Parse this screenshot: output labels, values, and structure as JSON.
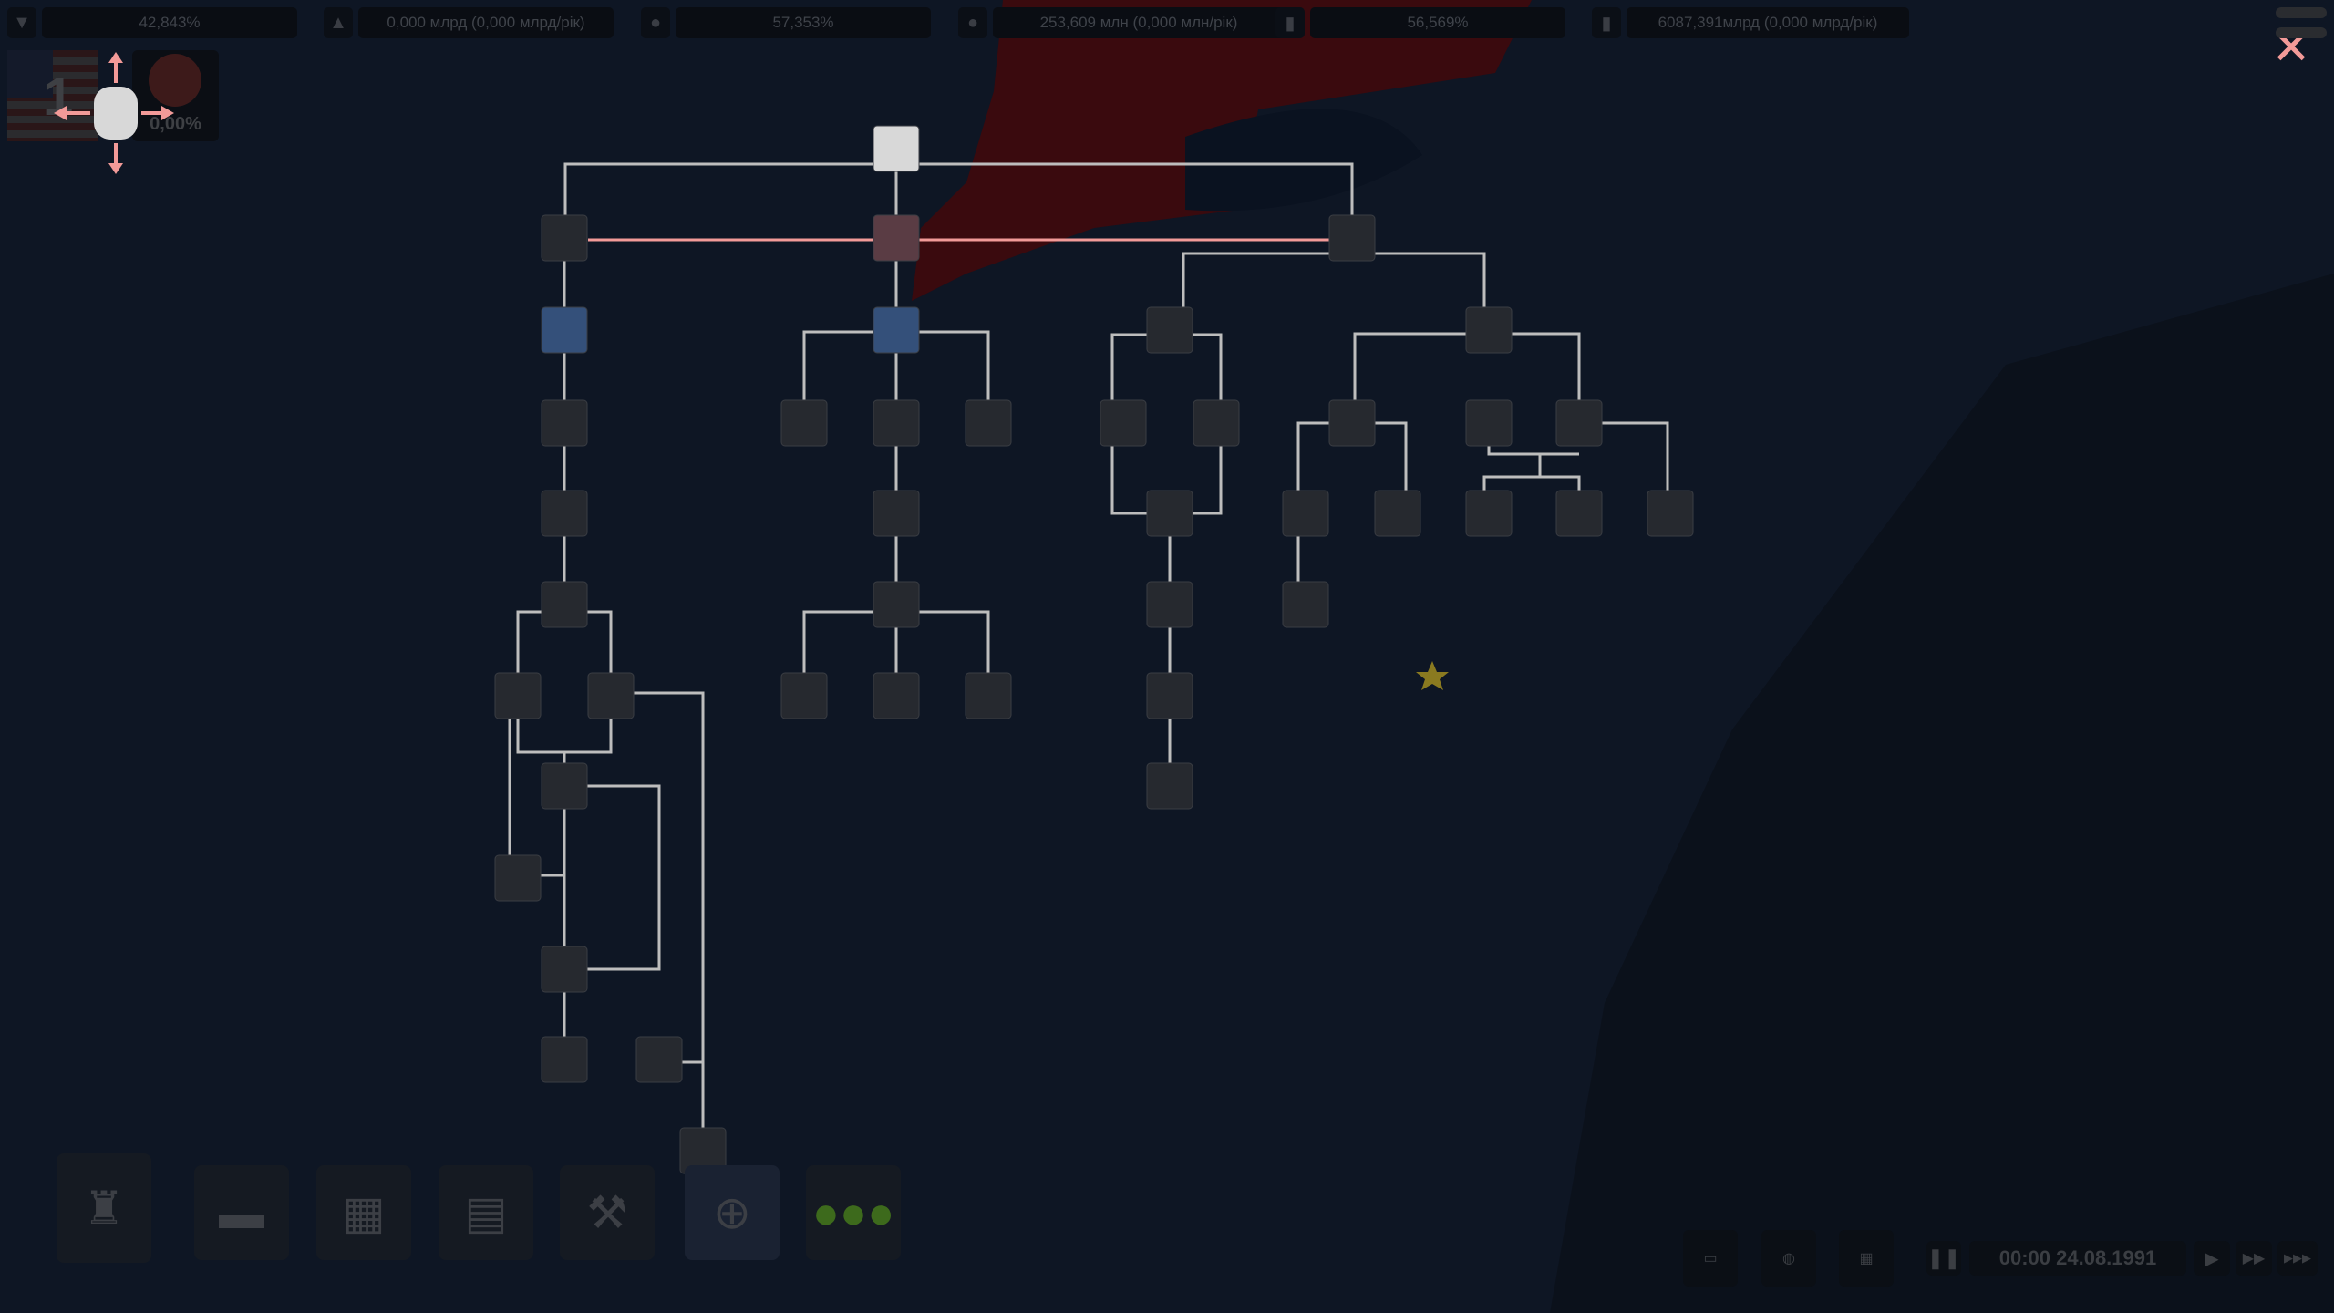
{
  "top_stats": [
    {
      "icon": "shield-icon",
      "value": "42,843%"
    },
    {
      "icon": "money-pile-icon",
      "value": "0,000 млрд (0,000 млрд/рік)"
    },
    {
      "icon": "person-icon",
      "value": "57,353%"
    },
    {
      "icon": "population-icon",
      "value": "253,609 млн (0,000 млн/рік)"
    },
    {
      "icon": "industry-icon",
      "value": "56,569%"
    },
    {
      "icon": "factory-icon",
      "value": "6087,391млрд (0,000 млрд/рік)"
    }
  ],
  "country_panel": {
    "rank": "1",
    "approval": "0,00%",
    "flag": "us-flag",
    "mood": "angry-face"
  },
  "close_label": "✕",
  "time_controls": {
    "datetime": "00:00 24.08.1991",
    "pause": "❚❚",
    "play": "▶",
    "fast": "▶▶",
    "fastest": "▶▶▶"
  },
  "colors": {
    "background": "#0e1624",
    "link": "#cfcfcf",
    "highlight_link": "#f29a98",
    "accent": "#f29a98"
  }
}
